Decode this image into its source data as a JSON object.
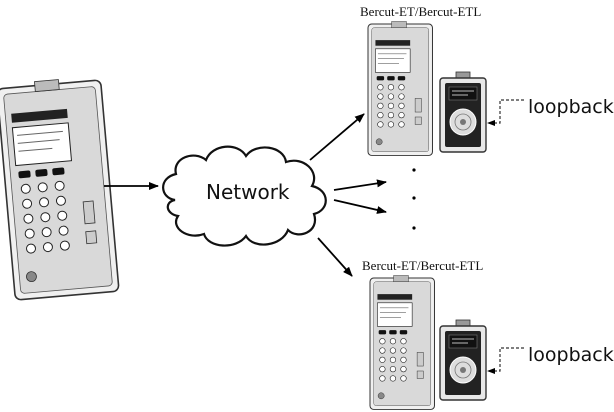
{
  "network": {
    "label": "Network"
  },
  "remote_top": {
    "caption": "Bercut-ET/Bercut-ETL",
    "loopback_label": "loopback"
  },
  "remote_bottom": {
    "caption": "Bercut-ET/Bercut-ETL",
    "loopback_label": "loopback"
  },
  "icons": {
    "main_tester": "handheld-tester-icon",
    "remote_tester": "handheld-tester-icon",
    "loopback_device": "loopback-device-icon",
    "cloud": "network-cloud-icon"
  }
}
